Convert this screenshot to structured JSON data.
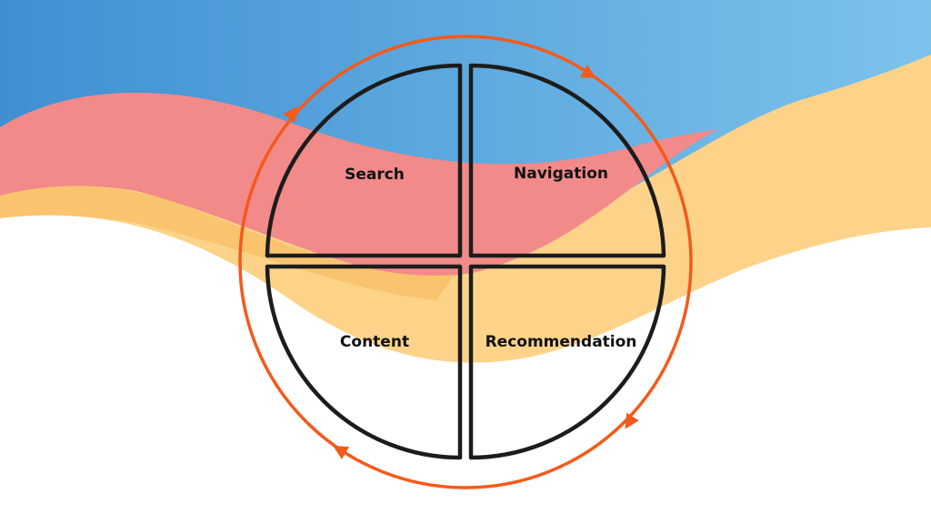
{
  "diagram": {
    "quadrants": [
      {
        "label": "Search"
      },
      {
        "label": "Navigation"
      },
      {
        "label": "Content"
      },
      {
        "label": "Recommendation"
      }
    ],
    "cycle_direction": "clockwise",
    "colors": {
      "blue": "#4a9fdc",
      "pink": "#f28a8a",
      "yellow": "#fdd38a",
      "cycle": "#f45a1a",
      "outline": "#1c1c1c"
    }
  }
}
